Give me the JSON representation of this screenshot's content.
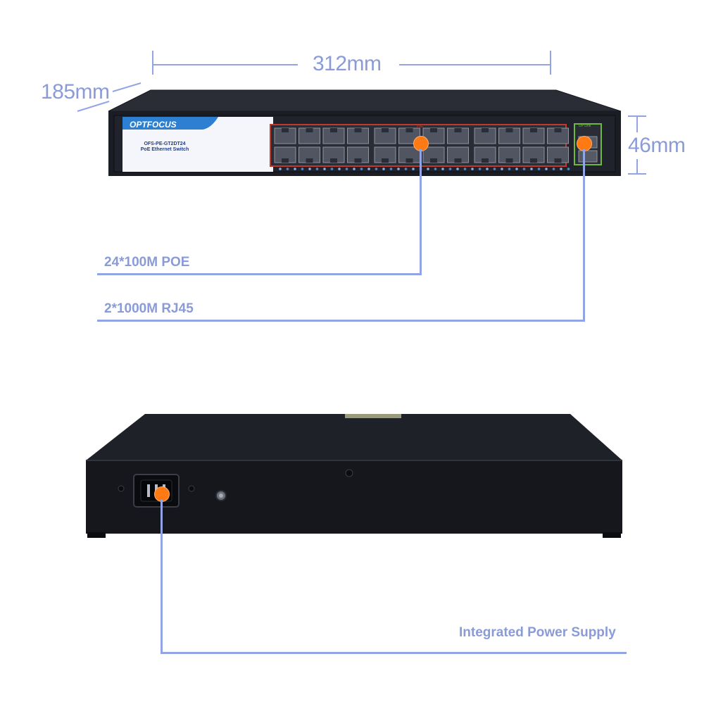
{
  "dimensions": {
    "width": "312mm",
    "depth": "185mm",
    "height": "46mm"
  },
  "device": {
    "brand": "OPTFOCUS",
    "model": "OFS-PE-GT2DT24",
    "subtitle": "PoE Ethernet Switch",
    "poe_group_label": "PoE",
    "uplink_label": "UP Link"
  },
  "callouts": {
    "poe_ports": "24*100M POE",
    "uplink_ports": "2*1000M RJ45",
    "power": "Integrated Power Supply"
  },
  "colors": {
    "accent_line": "#93a4e4",
    "marker": "#ff7a12",
    "switch_body": "#1b1d24",
    "poe_frame": "#c0392b",
    "uplink_frame": "#6fb83f"
  }
}
